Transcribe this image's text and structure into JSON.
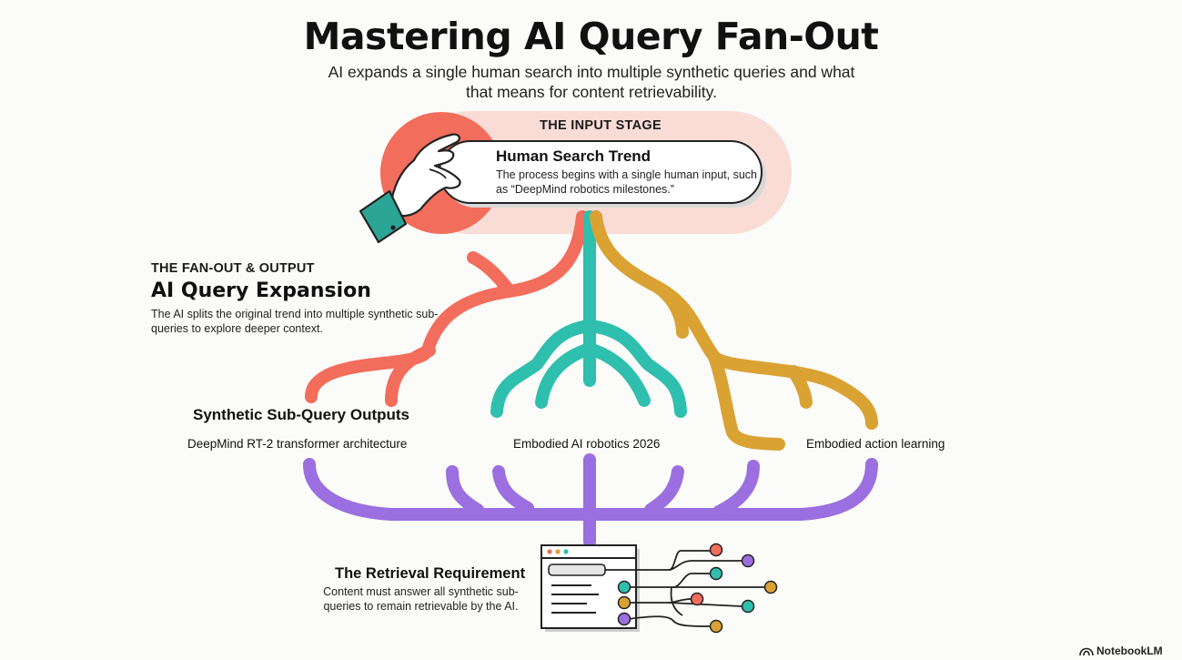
{
  "title": "Mastering AI Query Fan-Out",
  "subtitle": "AI expands a single human search into multiple synthetic queries and what that means for content retrievability.",
  "input_stage": {
    "label": "THE INPUT STAGE",
    "card_title": "Human Search Trend",
    "card_text": "The process begins with a single human input, such as “DeepMind robotics milestones.”"
  },
  "fan_out": {
    "label": "THE FAN-OUT & OUTPUT",
    "title": "AI Query Expansion",
    "text": "The AI splits the original trend into multiple synthetic sub-queries to explore deeper context."
  },
  "outputs": {
    "title": "Synthetic Sub-Query Outputs",
    "queries": [
      "DeepMind RT-2 transformer architecture",
      "Embodied AI robotics 2026",
      "Embodied action learning"
    ]
  },
  "retrieval": {
    "title": "The Retrieval Requirement",
    "text": "Content must answer all synthetic sub-queries to remain retrievable by the AI."
  },
  "brand": "NotebookLM",
  "colors": {
    "coral": "#f26d5b",
    "teal": "#2fbfae",
    "mustard": "#d9a233",
    "purple": "#9b6fe0",
    "pill_bg": "#f9dcd6",
    "cuff": "#2aa596"
  },
  "icons": [
    "hand-icon",
    "browser-window-icon",
    "network-nodes-icon",
    "notebooklm-logo-icon"
  ]
}
